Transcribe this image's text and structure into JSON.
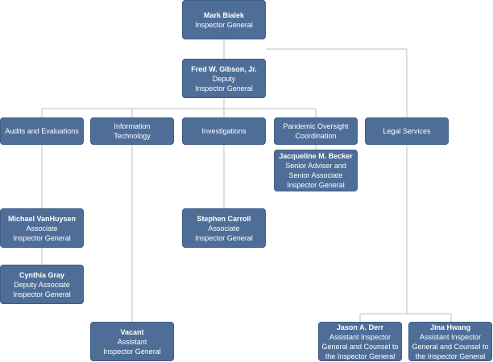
{
  "org_chart": {
    "inspector_general": {
      "name": "Mark Bialek",
      "title_lines": [
        "Inspector General"
      ]
    },
    "deputy": {
      "name": "Fred W. Gibson, Jr.",
      "title_lines": [
        "Deputy",
        "Inspector General"
      ]
    },
    "divisions": {
      "audits": "Audits and Evaluations",
      "it": [
        "Information",
        "Technology"
      ],
      "investigations": "Investigations",
      "pandemic": [
        "Pandemic Oversight",
        "Coordination"
      ],
      "legal": "Legal Services"
    },
    "staff": {
      "becker": {
        "name": "Jacqueline M. Becker",
        "title_lines": [
          "Senior Adviser and",
          "Senior Associate",
          "Inspector General"
        ]
      },
      "vanhuysen": {
        "name": "Michael VanHuysen",
        "title_lines": [
          "Associate",
          "Inspector General"
        ]
      },
      "gray": {
        "name": "Cynthia Gray",
        "title_lines": [
          "Deputy Associate",
          "Inspector General"
        ]
      },
      "carroll": {
        "name": "Stephen Carroll",
        "title_lines": [
          "Associate",
          "Inspector General"
        ]
      },
      "vacant": {
        "name": "Vacant",
        "title_lines": [
          "Assistant",
          "Inspector General"
        ]
      },
      "derr": {
        "name": "Jason A. Derr",
        "title_lines": [
          "Assistant Inspector",
          "General and Counsel to",
          "the Inspector General"
        ]
      },
      "hwang": {
        "name": "Jina Hwang",
        "title_lines": [
          "Assistant Inspector",
          "General and Counsel to",
          "the Inspector General"
        ]
      }
    }
  },
  "colors": {
    "box_fill": "#4e6e98",
    "box_border": "#3f5d85",
    "box_text": "#ffffff",
    "connector": "#bfbfbf"
  }
}
